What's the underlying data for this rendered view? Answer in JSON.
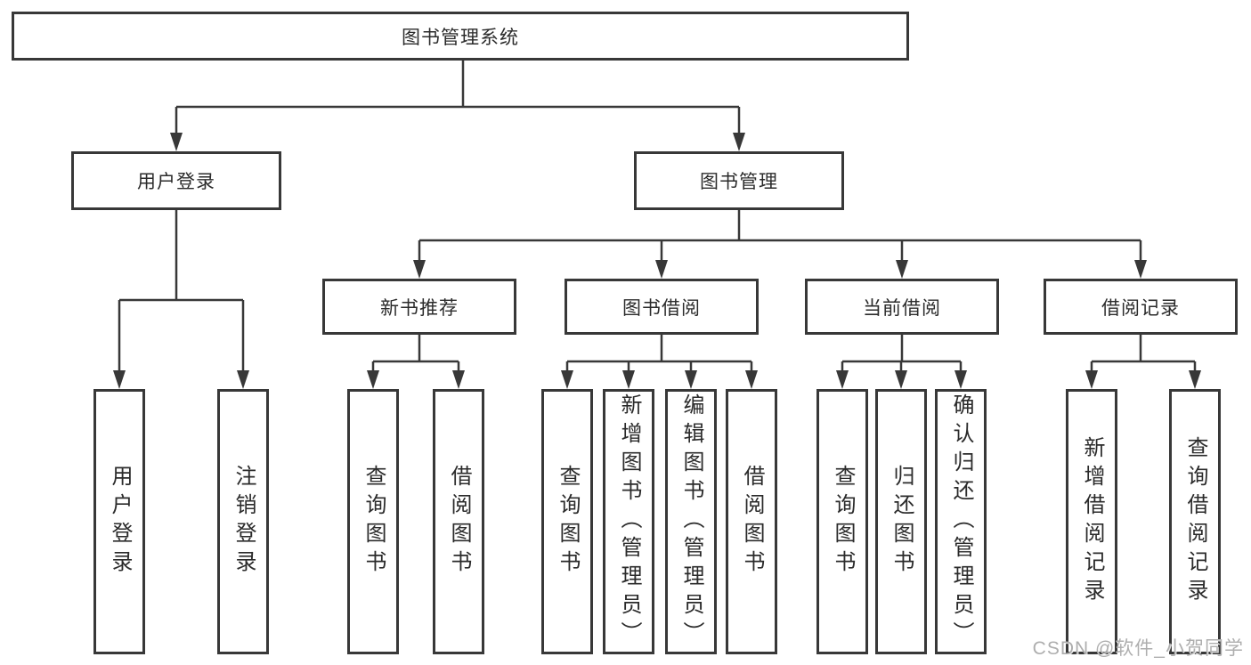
{
  "diagram": {
    "type": "tree-structure-diagram",
    "title": "图书管理系统",
    "colors": {
      "line": "#383838",
      "box_background": "#ffffff",
      "text": "#2b2b2b",
      "watermark": "#aeaeae"
    },
    "watermark": "CSDN @软件_小贺同学",
    "nodes": {
      "root": {
        "label": "图书管理系统"
      },
      "user_login": {
        "label": "用户登录"
      },
      "book_management": {
        "label": "图书管理"
      },
      "new_book_recommend": {
        "label": "新书推荐"
      },
      "book_borrow": {
        "label": "图书借阅"
      },
      "current_borrow": {
        "label": "当前借阅"
      },
      "borrow_records": {
        "label": "借阅记录"
      },
      "leaf_user_login": {
        "label": "用户登录"
      },
      "leaf_logout": {
        "label": "注销登录"
      },
      "leaf_query_books_1": {
        "label": "查询图书"
      },
      "leaf_borrow_books_1": {
        "label": "借阅图书"
      },
      "leaf_query_books_2": {
        "label": "查询图书"
      },
      "leaf_add_book_admin": {
        "label": "新增图书（管理员）"
      },
      "leaf_edit_book_admin": {
        "label": "编辑图书（管理员）"
      },
      "leaf_borrow_books_2": {
        "label": "借阅图书"
      },
      "leaf_query_books_3": {
        "label": "查询图书"
      },
      "leaf_return_books": {
        "label": "归还图书"
      },
      "leaf_confirm_return_admin": {
        "label": "确认归还（管理员）"
      },
      "leaf_add_borrow_record": {
        "label": "新增借阅记录"
      },
      "leaf_query_borrow_record": {
        "label": "查询借阅记录"
      }
    },
    "hierarchy": {
      "图书管理系统": [
        "用户登录",
        "图书管理"
      ],
      "用户登录": [
        "用户登录",
        "注销登录"
      ],
      "图书管理": [
        "新书推荐",
        "图书借阅",
        "当前借阅",
        "借阅记录"
      ],
      "新书推荐": [
        "查询图书",
        "借阅图书"
      ],
      "图书借阅": [
        "查询图书",
        "新增图书（管理员）",
        "编辑图书（管理员）",
        "借阅图书"
      ],
      "当前借阅": [
        "查询图书",
        "归还图书",
        "确认归还（管理员）"
      ],
      "借阅记录": [
        "新增借阅记录",
        "查询借阅记录"
      ]
    }
  }
}
